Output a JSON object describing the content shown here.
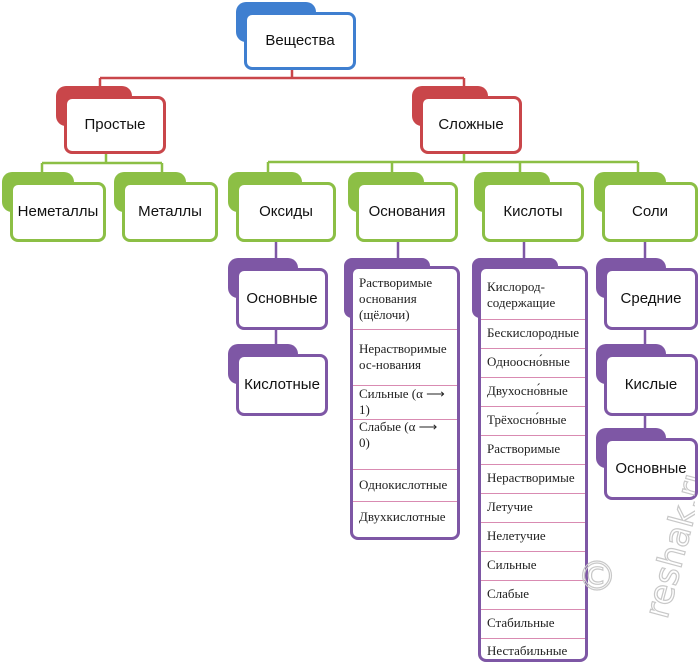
{
  "colors": {
    "level0": "#3f7fd0",
    "level1": "#c9464a",
    "level2": "#8cbf45",
    "level3": "#7e57a5",
    "separator": "#d98bb2"
  },
  "root": {
    "label": "Вещества"
  },
  "simple": {
    "label": "Простые",
    "children": [
      "Неметаллы",
      "Металлы"
    ]
  },
  "complex": {
    "label": "Сложные"
  },
  "oxides": {
    "label": "Оксиды",
    "children": [
      "Основные",
      "Кислотные"
    ]
  },
  "bases": {
    "label": "Основания",
    "items": [
      "Растворимые основания (щёлочи)",
      "Нерастворимые ос-нования",
      "Сильные (α ⟶ 1)",
      "Слабые (α ⟶ 0)",
      "Однокислотные",
      "Двухкислотные"
    ]
  },
  "acids": {
    "label": "Кислоты",
    "items": [
      "Кислород-содержащие",
      "Бескислородные",
      "Одноосно́вные",
      "Двухосно́вные",
      "Трёхосно́вные",
      "Растворимые",
      "Нерастворимые",
      "Летучие",
      "Нелетучие",
      "Сильные",
      "Слабые",
      "Стабильные",
      "Нестабильные"
    ]
  },
  "salts": {
    "label": "Соли",
    "children": [
      "Средние",
      "Кислые",
      "Основные"
    ]
  },
  "watermark": {
    "text": "reshak.ru",
    "symbol": "©"
  }
}
